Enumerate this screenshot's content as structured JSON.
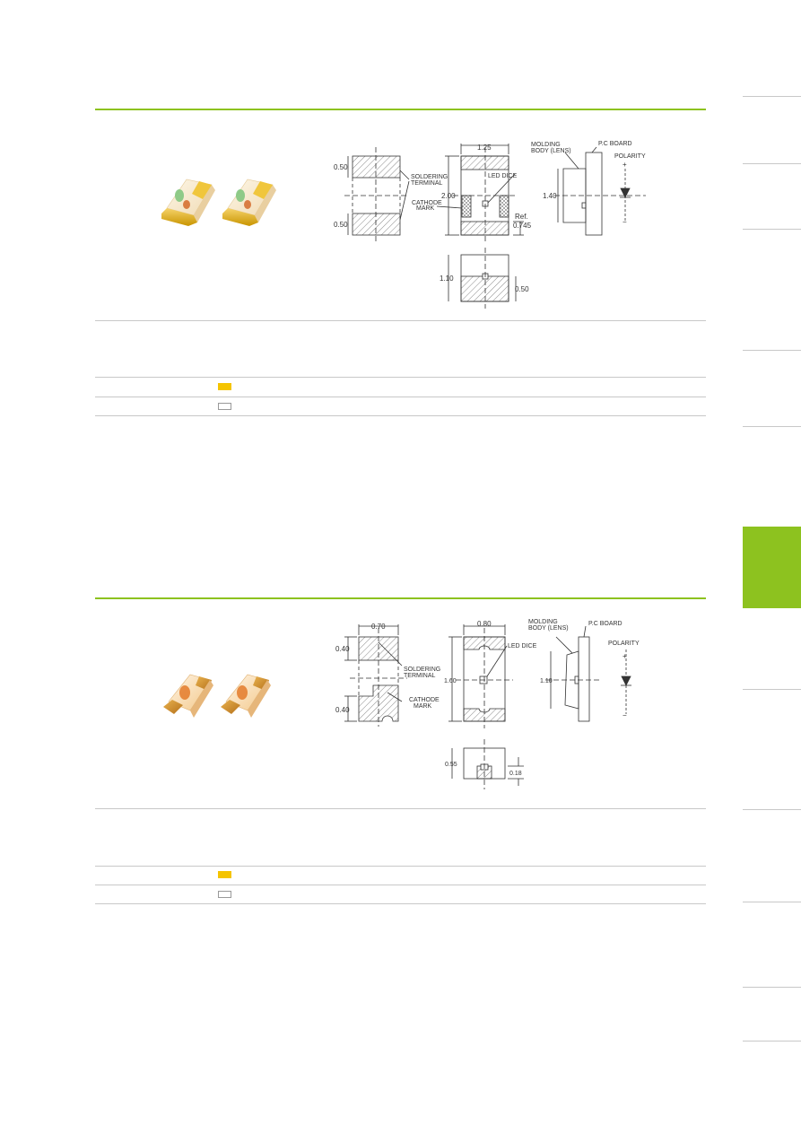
{
  "colors": {
    "accent": "#8dc21f",
    "swatch_yellow": "#f5c400",
    "swatch_white": "#ffffff"
  },
  "section1": {
    "drawing": {
      "dim_top_pad": "0.50",
      "dim_bottom_pad": "0.50",
      "dim_width": "1.25",
      "dim_length": "2.00",
      "dim_ref": "Ref.",
      "dim_ref_value": "0.745",
      "dim_side_height": "1.40",
      "dim_bottom_height": "1.10",
      "label_soldering": "SOLDERING",
      "label_terminal": "TERMINAL",
      "label_cathode": "CATHODE",
      "label_mark": "MARK",
      "label_led_dice": "LED DICE",
      "label_molding": "MOLDING",
      "label_body": "BODY (LENS)",
      "label_pc_board": "P.C BOARD",
      "label_polarity": "POLARITY",
      "plus": "+",
      "minus": "−"
    }
  },
  "section2": {
    "drawing": {
      "dim_pad_top": "0.40",
      "dim_pad_bottom": "0.40",
      "dim_width_a": "0.70",
      "dim_width_b": "0.80",
      "dim_length": "1.60",
      "dim_side_height": "1.10",
      "dim_bottom_height": "0.55",
      "dim_bottom_small": "0.18",
      "label_soldering": "SOLDERING",
      "label_terminal": "TERMINAL",
      "label_cathode": "CATHODE",
      "label_mark": "MARK",
      "label_led_dice": "LED DICE",
      "label_molding": "MOLDING",
      "label_body": "BODY (LENS)",
      "label_pc_board": "P.C BOARD",
      "label_polarity": "POLARITY",
      "plus": "+",
      "minus": "−"
    }
  }
}
